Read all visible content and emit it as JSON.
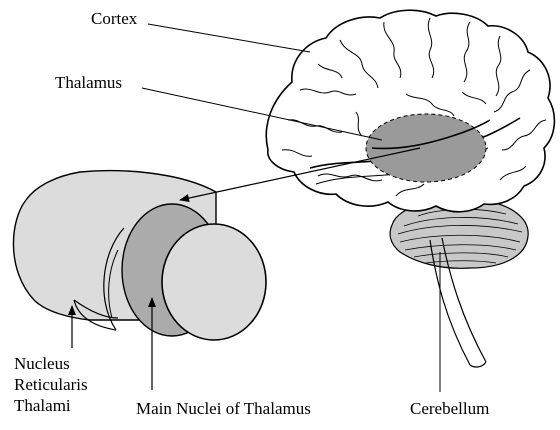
{
  "labels": {
    "cortex": "Cortex",
    "thalamus": "Thalamus",
    "nucleus_reticularis": [
      "Nucleus",
      "Reticularis",
      "Thalami"
    ],
    "main_nuclei": "Main Nuclei of Thalamus",
    "cerebellum": "Cerebellum"
  },
  "colors": {
    "line": "#000000",
    "brain_fill": "#ffffff",
    "thalamus_fill": "#9a9a9a",
    "cylinder_fill": "#dcdcdc",
    "nucleus_band_fill": "#ababab",
    "cerebellum_fill": "#c8c8c8"
  }
}
